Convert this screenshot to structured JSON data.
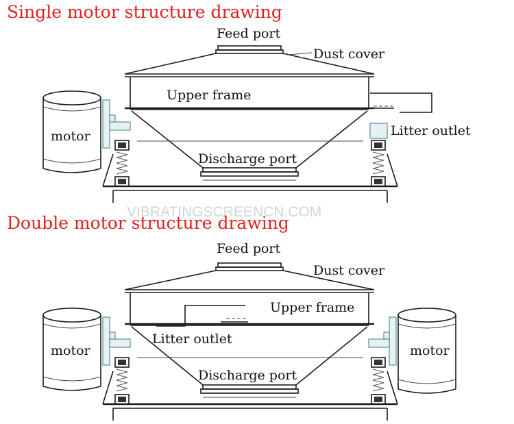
{
  "titles": {
    "single": "Single motor structure drawing",
    "double": "Double motor structure drawing"
  },
  "labels": {
    "feed_port": "Feed port",
    "dust_cover": "Dust cover",
    "upper_frame": "Upper frame",
    "motor": "motor",
    "litter_outlet": "Litter outlet",
    "discharge_port": "Discharge port"
  },
  "watermark": "VIBRATINGSCREENCN.COM",
  "colors": {
    "title": "#e0201d",
    "line": "#1a1a1a",
    "bracket": "#5a8f9a",
    "watermark": "#d4d4d4"
  }
}
